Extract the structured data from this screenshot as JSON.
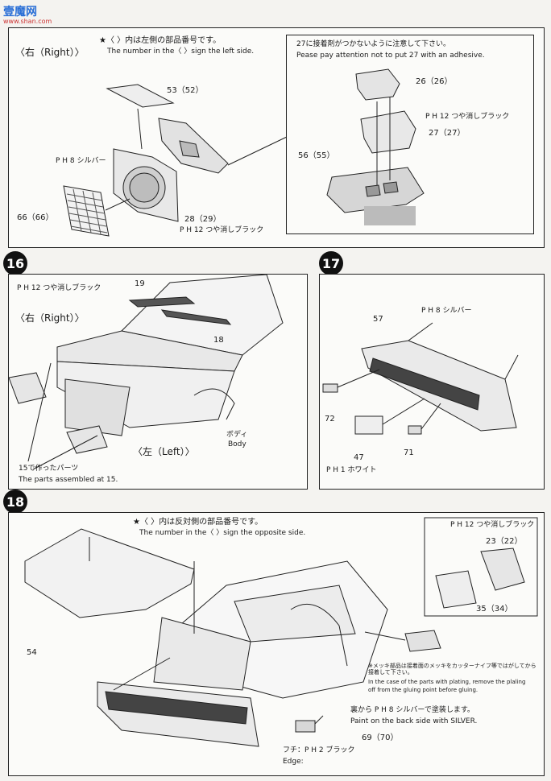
{
  "watermark": {
    "logo": "壹魔网",
    "url": "www.shan.com"
  },
  "panel_top": {
    "note_jp": "★〈 〉内は左側の部品番号です。",
    "note_en": "The number in the〈 〉sign the left side.",
    "side_label": "〈右（Right）〉",
    "silver_label": "P H 8 シルバー",
    "matte_black_label": "P H 12 つや消しブラック",
    "parts": [
      "53（52）",
      "66（66）",
      "28（29）"
    ]
  },
  "panel_inset": {
    "note_jp": "27に接着剤がつかないように注意して下さい。",
    "note_en": "Pease pay attention not to put 27 with an adhesive.",
    "matte_black_label": "P H 12 つや消しブラック",
    "parts": [
      "26（26）",
      "27（27）",
      "56（55）"
    ]
  },
  "step16": {
    "number": "16",
    "matte_black_label": "P H 12 つや消しブラック",
    "right_label": "〈右（Right）〉",
    "left_label": "〈左（Left）〉",
    "body_jp": "ボディ",
    "body_en": "Body",
    "assembled_jp": "15で作ったパーツ",
    "assembled_en": "The parts assembled at 15.",
    "parts": [
      "19",
      "18"
    ]
  },
  "step17": {
    "number": "17",
    "silver_label": "P H 8 シルバー",
    "white_label": "P H 1 ホワイト",
    "parts": [
      "57",
      "72",
      "47",
      "71"
    ]
  },
  "step18": {
    "number": "18",
    "note_jp": "★〈 〉内は反対側の部品番号です。",
    "note_en": "The number in the〈 〉sign the opposite side.",
    "matte_black_label": "P H 12 つや消しブラック",
    "mirror_parts": [
      "23（22）",
      "35（34）"
    ],
    "hood_part": "54",
    "plating_jp": "※メッキ部品は接着面のメッキをカッターナイフ等ではがしてから接着して下さい。",
    "plating_en1": "In the case of the parts with plating, remove the plaling",
    "plating_en2": "off from the gluing point before gluing.",
    "silver_back_jp": "裏から P H 8 シルバーで塗装します。",
    "silver_back_en": "Paint on the back side with SILVER.",
    "light_part": "69（70）",
    "edge_jp": "フチ：P H 2 ブラック",
    "edge_en": "Edge:"
  }
}
